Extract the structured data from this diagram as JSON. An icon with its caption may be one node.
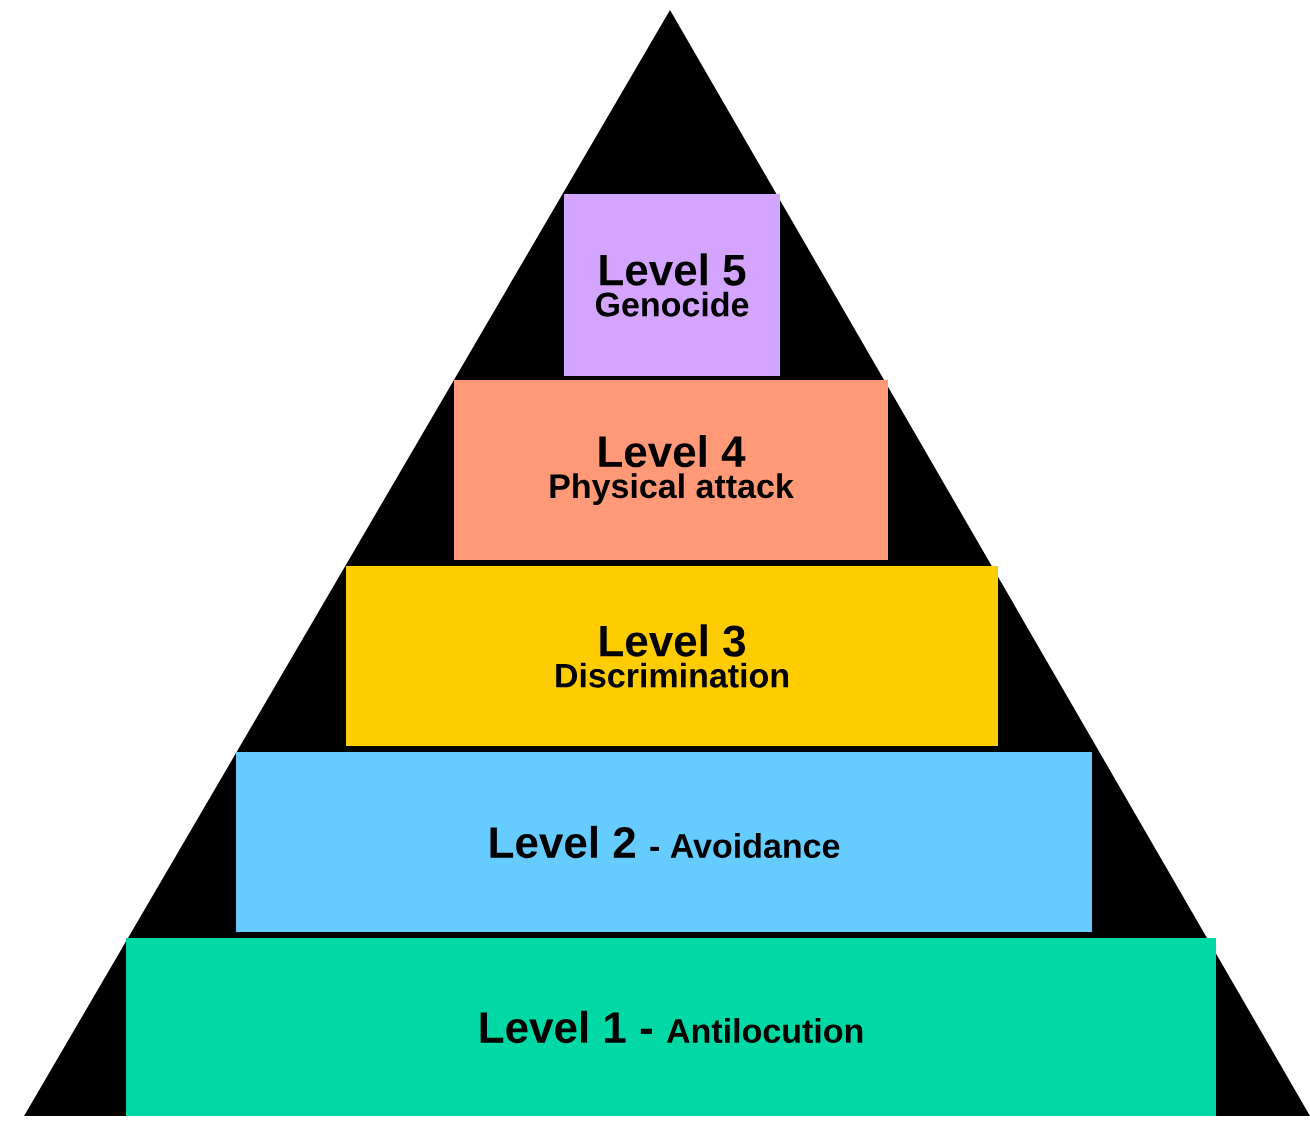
{
  "diagram": {
    "nodes": [
      {
        "text": [
          "Level 5",
          "Genocide"
        ]
      },
      {
        "text": [
          "Level 4",
          "Physical attack"
        ]
      },
      {
        "text": [
          "Level 3",
          "Discrimination"
        ]
      },
      {
        "text": [
          "Level 2",
          "- Avoidance"
        ]
      },
      {
        "text": [
          "Level 1 -",
          "Antilocution"
        ]
      }
    ]
  }
}
